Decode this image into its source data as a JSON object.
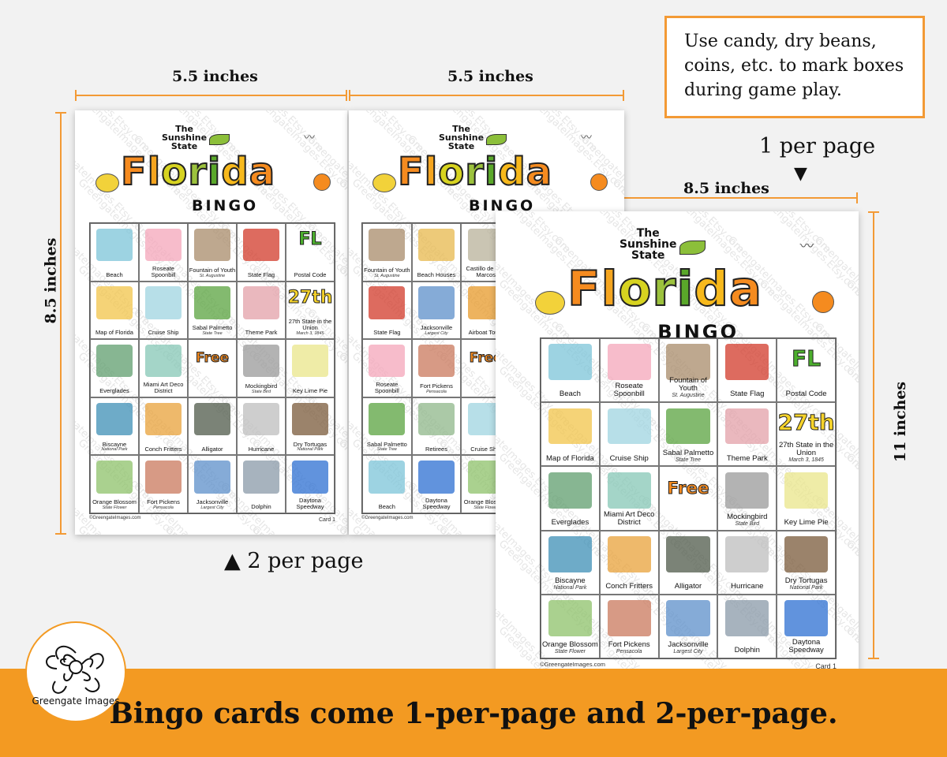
{
  "dimensions": {
    "card_left_width": "5.5 inches",
    "card_right_width": "5.5 inches",
    "card_height_small": "8.5 inches",
    "card_large_width": "8.5 inches",
    "card_large_height": "11 inches"
  },
  "note": {
    "text_line1": "Use candy, dry beans,",
    "text_line2": "coins, etc. to mark boxes",
    "text_line3": "during game play."
  },
  "captions": {
    "one_per_page": "1 per page",
    "two_per_page": "▲ 2 per page",
    "down_arrow": "▼"
  },
  "banner": {
    "text": "Bingo cards come 1-per-page and 2-per-page.",
    "logo_text": "Greengate Images"
  },
  "card_header": {
    "the": "The",
    "sunshine": "Sunshine",
    "state": "State",
    "title_letters": [
      "F",
      "l",
      "o",
      "r",
      "i",
      "d",
      "a"
    ],
    "bingo": "BINGO"
  },
  "watermark": "GreengateImages.Etsy.com",
  "card_a": {
    "footer_left": "©GreengateImages.com",
    "footer_right": "Card 1",
    "cells": [
      {
        "label": "Beach",
        "sub": "",
        "color": "#7cc4d8"
      },
      {
        "label": "Roseate Spoonbill",
        "sub": "",
        "color": "#f4a6b9"
      },
      {
        "label": "Fountain of Youth",
        "sub": "St. Augustine",
        "color": "#a88b6a"
      },
      {
        "label": "State Flag",
        "sub": "",
        "color": "#d23a2a"
      },
      {
        "label": "Postal Code",
        "sub": "",
        "big": "FL",
        "color": ""
      },
      {
        "label": "Map of Florida",
        "sub": "",
        "color": "#f1c44a"
      },
      {
        "label": "Cruise Ship",
        "sub": "",
        "color": "#9fd4e0"
      },
      {
        "label": "Sabal Palmetto",
        "sub": "State Tree",
        "color": "#5aa33f"
      },
      {
        "label": "Theme Park",
        "sub": "",
        "color": "#e3a0a8"
      },
      {
        "label": "27th State in the Union",
        "sub": "March 3, 1845",
        "big": "27th",
        "color": ""
      },
      {
        "label": "Everglades",
        "sub": "",
        "color": "#5f9e6e"
      },
      {
        "label": "Miami Art Deco District",
        "sub": "",
        "color": "#86c7b5"
      },
      {
        "label": "",
        "sub": "",
        "big": "Free",
        "color": ""
      },
      {
        "label": "Mockingbird",
        "sub": "State Bird",
        "color": "#9a9a9a"
      },
      {
        "label": "Key Lime Pie",
        "sub": "",
        "color": "#e9e58a"
      },
      {
        "label": "Biscayne",
        "sub": "National Park",
        "color": "#3e8fb6"
      },
      {
        "label": "Conch Fritters",
        "sub": "",
        "color": "#e8a23a"
      },
      {
        "label": "Alligator",
        "sub": "",
        "color": "#4f5a4a"
      },
      {
        "label": "Hurricane",
        "sub": "",
        "color": "#bdbdbd"
      },
      {
        "label": "Dry Tortugas",
        "sub": "National Park",
        "color": "#7a5a3a"
      },
      {
        "label": "Orange Blossom",
        "sub": "State Flower",
        "color": "#8ec16a"
      },
      {
        "label": "Fort Pickens",
        "sub": "Pensacola",
        "color": "#c9785c"
      },
      {
        "label": "Jacksonville",
        "sub": "Largest City",
        "color": "#5c8fc9"
      },
      {
        "label": "Dolphin",
        "sub": "",
        "color": "#8a9aa8"
      },
      {
        "label": "Daytona Speedway",
        "sub": "",
        "color": "#2c6fd1"
      }
    ]
  },
  "card_b": {
    "footer_left": "©GreengateImages.com",
    "cells": [
      {
        "label": "Fountain of Youth",
        "sub": "St. Augustine",
        "color": "#a88b6a"
      },
      {
        "label": "Beach Houses",
        "sub": "",
        "color": "#e7b84c"
      },
      {
        "label": "Castillo de San Marcos",
        "sub": "",
        "color": "#b8b29a"
      },
      {
        "label": "State Flag",
        "sub": "",
        "color": "#d23a2a"
      },
      {
        "label": "Jacksonville",
        "sub": "Largest City",
        "color": "#5c8fc9"
      },
      {
        "label": "Airboat Tours",
        "sub": "",
        "color": "#e79a2a"
      },
      {
        "label": "Roseate Spoonbill",
        "sub": "",
        "color": "#f4a6b9"
      },
      {
        "label": "Fort Pickens",
        "sub": "Pensacola",
        "color": "#c9785c"
      },
      {
        "label": "",
        "sub": "",
        "big": "Free",
        "color": ""
      },
      {
        "label": "Sabal Palmetto",
        "sub": "State Tree",
        "color": "#5aa33f"
      },
      {
        "label": "Retirees",
        "sub": "",
        "color": "#8fb78a"
      },
      {
        "label": "Cruise Ship",
        "sub": "",
        "color": "#9fd4e0"
      },
      {
        "label": "Beach",
        "sub": "",
        "color": "#7cc4d8"
      },
      {
        "label": "Daytona Speedway",
        "sub": "",
        "color": "#2c6fd1"
      },
      {
        "label": "Orange Blossom",
        "sub": "State Flower",
        "color": "#8ec16a"
      }
    ]
  },
  "card_c": {
    "footer_left": "©GreengateImages.com",
    "footer_right": "Card 1",
    "cells": [
      {
        "label": "Beach",
        "sub": "",
        "color": "#7cc4d8"
      },
      {
        "label": "Roseate Spoonbill",
        "sub": "",
        "color": "#f4a6b9"
      },
      {
        "label": "Fountain of Youth",
        "sub": "St. Augustine",
        "color": "#a88b6a"
      },
      {
        "label": "State Flag",
        "sub": "",
        "color": "#d23a2a"
      },
      {
        "label": "Postal Code",
        "sub": "",
        "big": "FL",
        "color": ""
      },
      {
        "label": "Map of Florida",
        "sub": "",
        "color": "#f1c44a"
      },
      {
        "label": "Cruise Ship",
        "sub": "",
        "color": "#9fd4e0"
      },
      {
        "label": "Sabal Palmetto",
        "sub": "State Tree",
        "color": "#5aa33f"
      },
      {
        "label": "Theme Park",
        "sub": "",
        "color": "#e3a0a8"
      },
      {
        "label": "27th State in the Union",
        "sub": "March 3, 1845",
        "big": "27th",
        "color": ""
      },
      {
        "label": "Everglades",
        "sub": "",
        "color": "#5f9e6e"
      },
      {
        "label": "Miami Art Deco District",
        "sub": "",
        "color": "#86c7b5"
      },
      {
        "label": "",
        "sub": "",
        "big": "Free",
        "color": ""
      },
      {
        "label": "Mockingbird",
        "sub": "State Bird",
        "color": "#9a9a9a"
      },
      {
        "label": "Key Lime Pie",
        "sub": "",
        "color": "#e9e58a"
      },
      {
        "label": "Biscayne",
        "sub": "National Park",
        "color": "#3e8fb6"
      },
      {
        "label": "Conch Fritters",
        "sub": "",
        "color": "#e8a23a"
      },
      {
        "label": "Alligator",
        "sub": "",
        "color": "#4f5a4a"
      },
      {
        "label": "Hurricane",
        "sub": "",
        "color": "#bdbdbd"
      },
      {
        "label": "Dry Tortugas",
        "sub": "National Park",
        "color": "#7a5a3a"
      },
      {
        "label": "Orange Blossom",
        "sub": "State Flower",
        "color": "#8ec16a"
      },
      {
        "label": "Fort Pickens",
        "sub": "Pensacola",
        "color": "#c9785c"
      },
      {
        "label": "Jacksonville",
        "sub": "Largest City",
        "color": "#5c8fc9"
      },
      {
        "label": "Dolphin",
        "sub": "",
        "color": "#8a9aa8"
      },
      {
        "label": "Daytona Speedway",
        "sub": "",
        "color": "#2c6fd1"
      }
    ]
  }
}
